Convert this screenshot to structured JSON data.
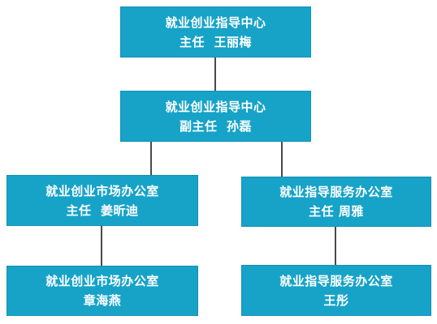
{
  "org_chart": {
    "center": {
      "title": "就业创业指导中心",
      "person": "主任  王丽梅"
    },
    "deputy": {
      "title": "就业创业指导中心",
      "person": "副主任  孙磊"
    },
    "market_office": {
      "title": "就业创业市场办公室",
      "person": "主任  姜昕迪"
    },
    "service_office": {
      "title": "就业指导服务办公室",
      "person": "主任 周雅"
    },
    "market_staff": {
      "title": "就业创业市场办公室",
      "person": "章海燕"
    },
    "service_staff": {
      "title": "就业指导服务办公室",
      "person": "王彤"
    }
  },
  "colors": {
    "box_fill": "#17a3c8",
    "connector": "#4a4a4a",
    "text": "#ffffff"
  }
}
